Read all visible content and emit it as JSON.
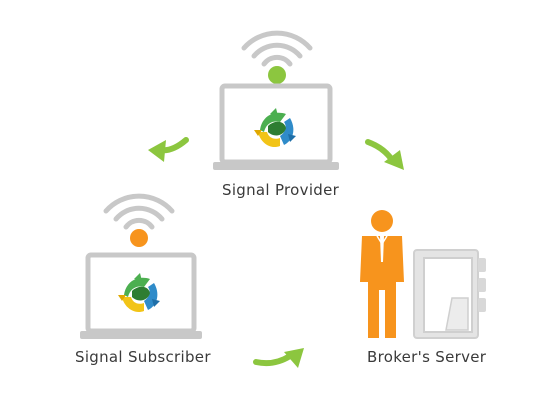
{
  "nodes": {
    "provider": {
      "label": "Signal Provider",
      "signal_color": "#8cc63f"
    },
    "subscriber": {
      "label": "Signal Subscriber",
      "signal_color": "#f7941d"
    },
    "broker": {
      "label": "Broker's Server",
      "person_color": "#f7941d"
    }
  },
  "colors": {
    "arrow": "#8cc63f",
    "device_gray": "#c8c8c8",
    "logo_green": "#4caf50",
    "logo_blue": "#2f8bc9",
    "logo_yellow": "#f2c417",
    "label_text": "#3a3a3a"
  },
  "icons": [
    "wifi-icon",
    "laptop-icon",
    "metatrader-logo-icon",
    "person-icon",
    "server-icon",
    "arrow-icon"
  ]
}
